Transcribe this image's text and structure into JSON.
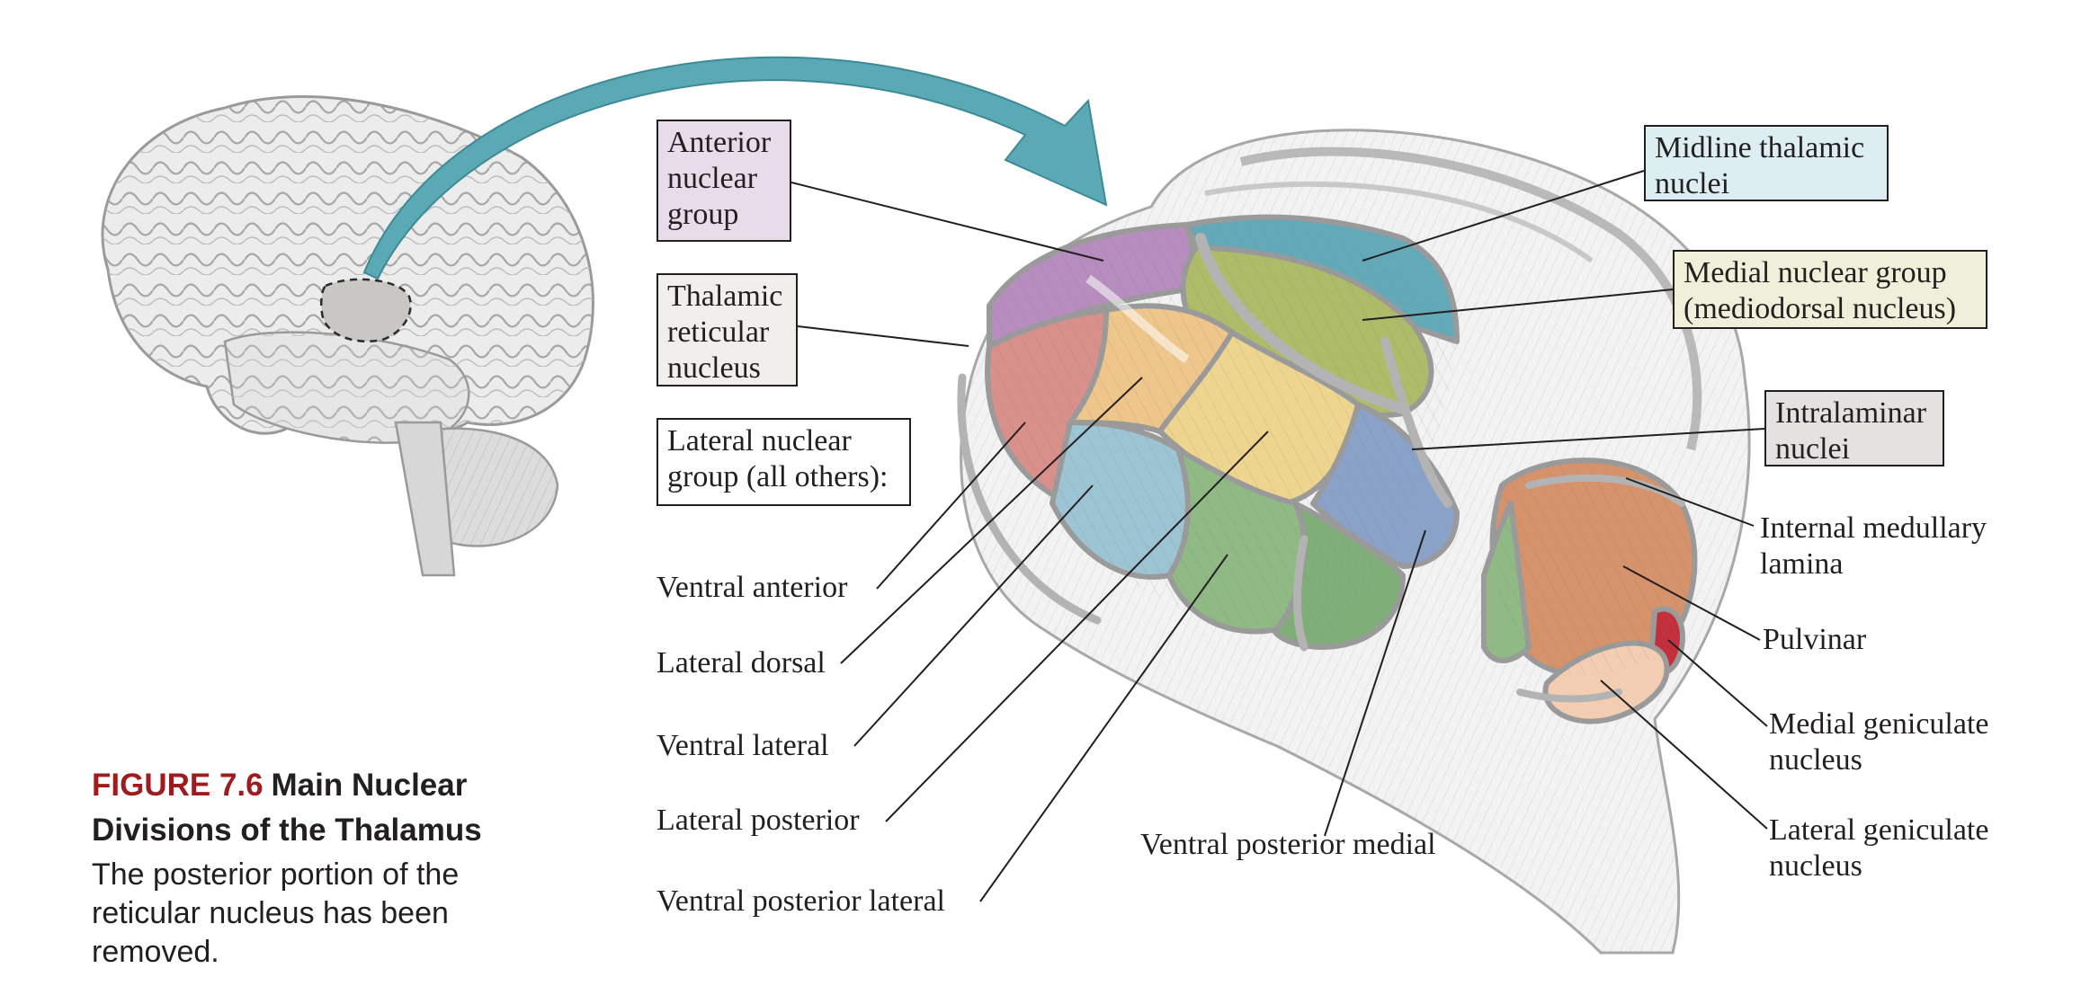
{
  "figure": {
    "number": "FIGURE 7.6",
    "title": "Main Nuclear Divisions of the Thalamus",
    "caption": "The posterior portion of the reticular nucleus has been removed."
  },
  "boxed_labels": {
    "anterior": {
      "lines": [
        "Anterior",
        "nuclear",
        "group"
      ],
      "fill": "#e9dcea"
    },
    "reticular": {
      "lines": [
        "Thalamic",
        "reticular",
        "nucleus"
      ],
      "fill": "#f0efec"
    },
    "lateral_group": {
      "lines": [
        "Lateral nuclear",
        "group (all others):"
      ],
      "fill": "#ffffff"
    },
    "midline": {
      "lines": [
        "Midline thalamic",
        "nuclei"
      ],
      "fill": "#dceef2"
    },
    "medial": {
      "lines": [
        "Medial nuclear group",
        "(mediodorsal nucleus)"
      ],
      "fill": "#eef0d9"
    },
    "intralaminar": {
      "lines": [
        "Intralaminar",
        "nuclei"
      ],
      "fill": "#e4e1e1"
    }
  },
  "left_labels": {
    "ventral_anterior": "Ventral anterior",
    "lateral_dorsal": "Lateral dorsal",
    "ventral_lateral": "Ventral lateral",
    "lateral_posterior": "Lateral posterior",
    "ventral_posterior_lateral": "Ventral posterior lateral"
  },
  "bottom_label": "Ventral posterior medial",
  "right_labels": {
    "internal_medullary": [
      "Internal medullary",
      "lamina"
    ],
    "pulvinar": "Pulvinar",
    "medial_geniculate": [
      "Medial geniculate",
      "nucleus"
    ],
    "lateral_geniculate": [
      "Lateral geniculate",
      "nucleus"
    ]
  },
  "colors": {
    "caption_accent": "#9e1b1e",
    "arrow": "#5aa9b5",
    "anterior_nucleus": "#b78cbf",
    "midline_nuclei": "#63a9b8",
    "medial_group": "#aebc6a",
    "ventral_anterior": "#d9908a",
    "lateral_dorsal": "#eec58a",
    "ventral_lateral": "#9cc4d3",
    "lateral_posterior": "#eed58f",
    "ventral_posterior_lateral": "#8fba84",
    "ventral_posterior_medial": "#8aa2c8",
    "pulvinar": "#d6926a",
    "medial_geniculate": "#c3303b",
    "lateral_geniculate": "#f3cdb2"
  }
}
